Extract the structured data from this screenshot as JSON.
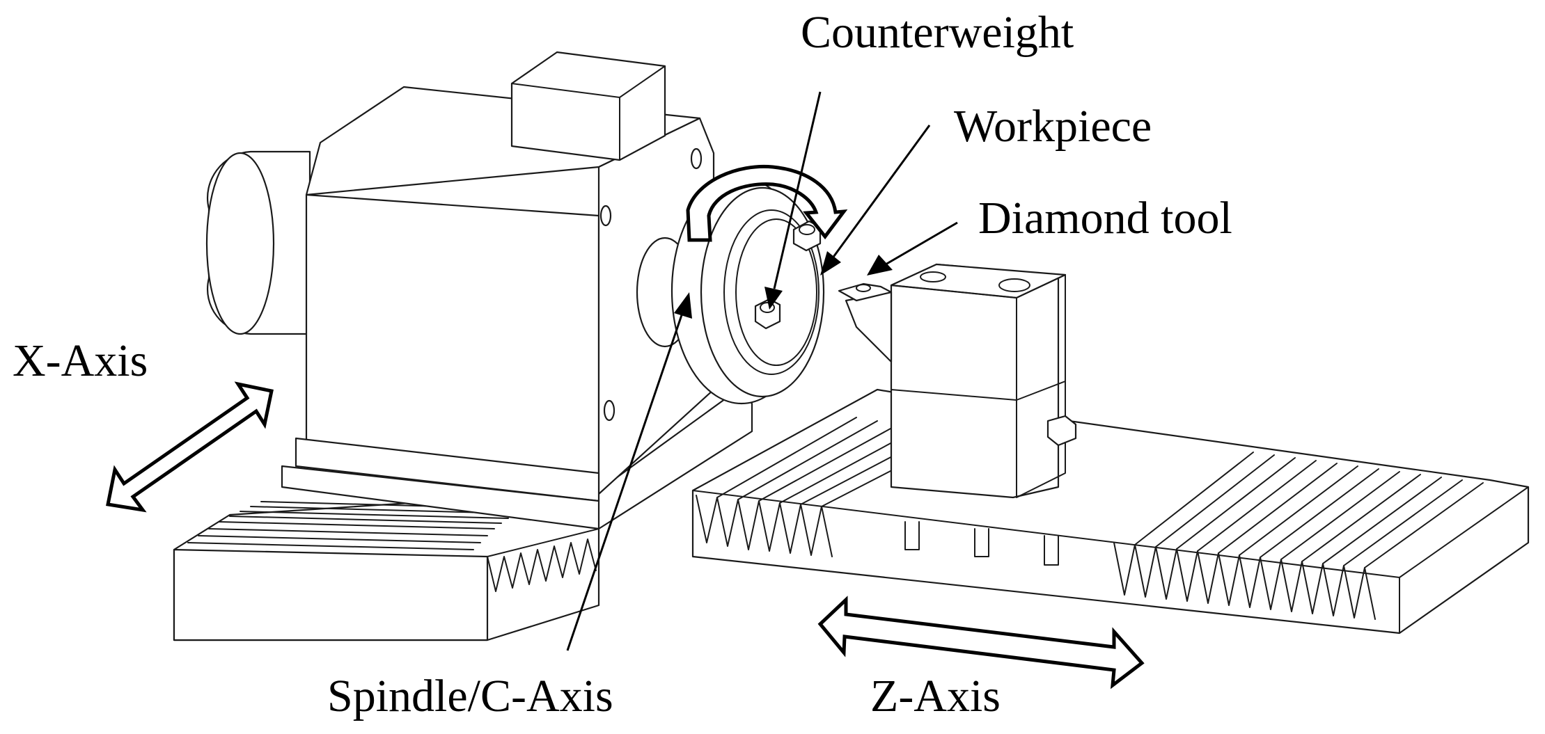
{
  "labels": {
    "counterweight": "Counterweight",
    "workpiece": "Workpiece",
    "diamond_tool": "Diamond tool",
    "x_axis": "X-Axis",
    "spindle_c_axis": "Spindle/C-Axis",
    "z_axis": "Z-Axis"
  },
  "colors": {
    "line": "#1a1a1a",
    "background": "#ffffff"
  }
}
